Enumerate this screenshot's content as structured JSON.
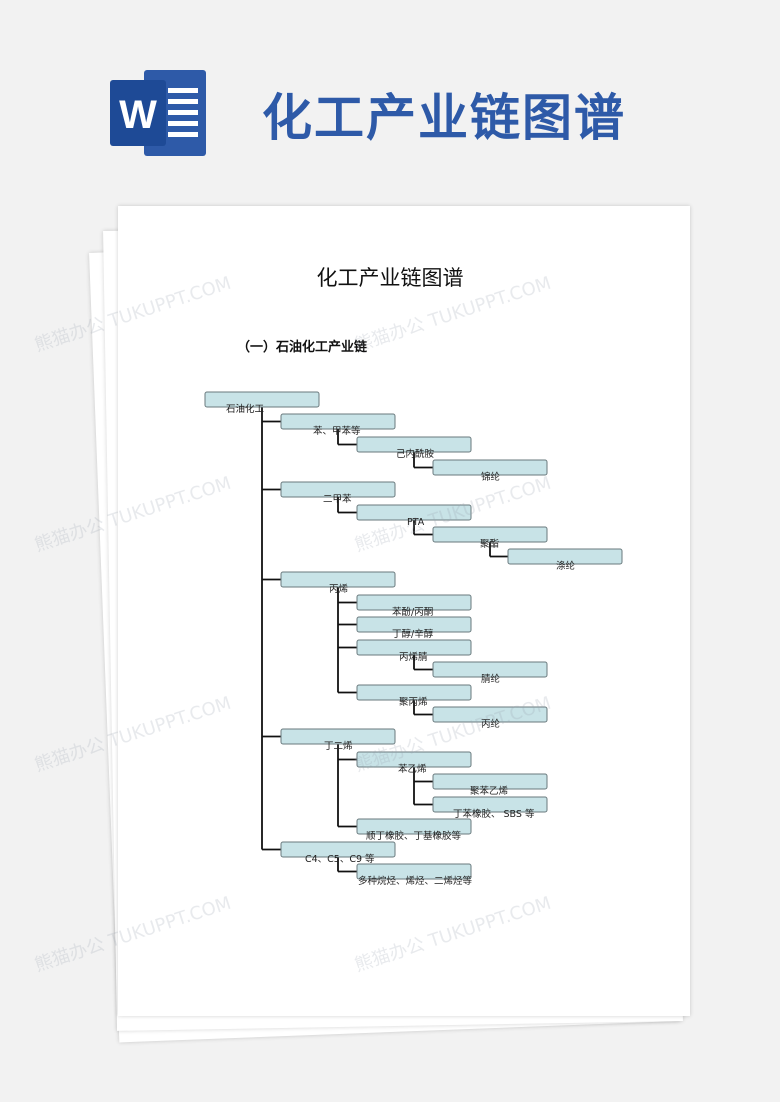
{
  "banner": {
    "title": "化工产业链图谱",
    "logo_letter": "W"
  },
  "document": {
    "title": "化工产业链图谱",
    "section": "（一）石油化工产业链"
  },
  "tree": [
    {
      "id": "root",
      "label": "石油化工"
    },
    {
      "id": "n1",
      "label": "苯、甲苯等"
    },
    {
      "id": "n1a",
      "label": "己内酰胺"
    },
    {
      "id": "n1b",
      "label": "锦纶"
    },
    {
      "id": "n2",
      "label": "二甲苯"
    },
    {
      "id": "n2a",
      "label": "PTA"
    },
    {
      "id": "n2b",
      "label": "聚酯"
    },
    {
      "id": "n2c",
      "label": "涤纶"
    },
    {
      "id": "n3",
      "label": "丙烯"
    },
    {
      "id": "n3a",
      "label": "苯酚/丙酮"
    },
    {
      "id": "n3b",
      "label": "丁醇/辛醇"
    },
    {
      "id": "n3c",
      "label": "丙烯腈"
    },
    {
      "id": "n3c1",
      "label": "腈纶"
    },
    {
      "id": "n3d",
      "label": "聚丙烯"
    },
    {
      "id": "n3d1",
      "label": "丙纶"
    },
    {
      "id": "n4",
      "label": "丁二烯"
    },
    {
      "id": "n4a",
      "label": "苯乙烯"
    },
    {
      "id": "n4a1",
      "label": "聚苯乙烯"
    },
    {
      "id": "n4a2",
      "label": "丁苯橡胶、 SBS 等"
    },
    {
      "id": "n4b",
      "label": "顺丁橡胶、丁基橡胶等"
    },
    {
      "id": "n5",
      "label": "C4、C5、C9 等"
    },
    {
      "id": "n5a",
      "label": "多种烷烃、烯烃、二烯烃等"
    }
  ],
  "watermark": "熊猫办公 TUKUPPT.COM"
}
